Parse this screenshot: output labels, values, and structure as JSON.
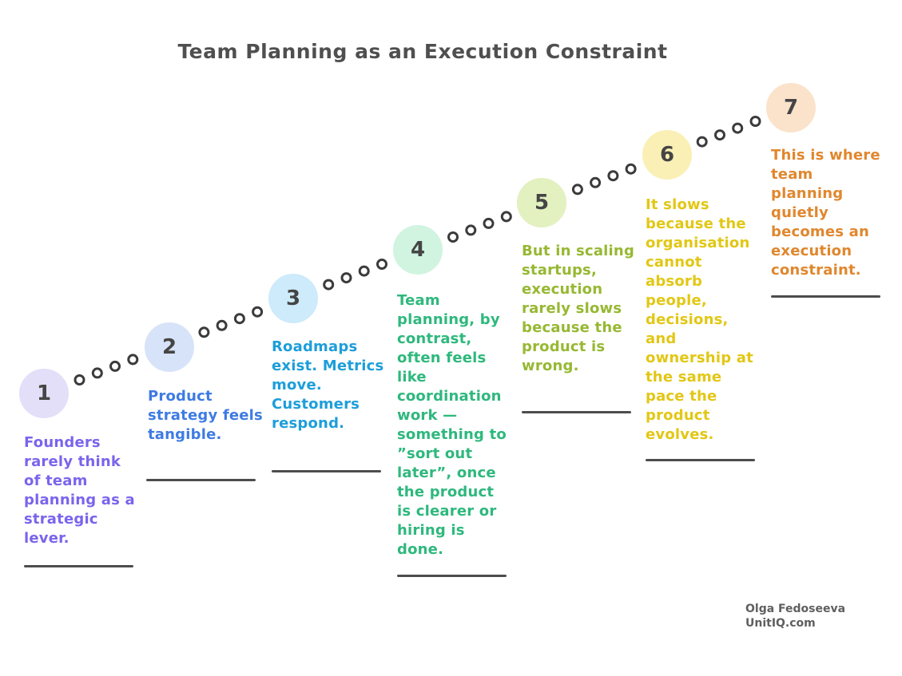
{
  "title": "Team Planning as an Execution Constraint",
  "steps": [
    {
      "number": "1",
      "text": "Founders rarely think of team planning as a strategic lever.",
      "circle_color": "#E4DFF8",
      "text_color": "#7B64EC"
    },
    {
      "number": "2",
      "text": "Product strategy feels tangible.",
      "circle_color": "#D7E3F8",
      "text_color": "#3E7BE3"
    },
    {
      "number": "3",
      "text": "Roadmaps exist. Metrics move. Customers respond.",
      "circle_color": "#CDEBFA",
      "text_color": "#1D9ED9"
    },
    {
      "number": "4",
      "text": "Team planning, by contrast, often feels like coordination work — something to ”sort out later”, once the product is clearer or hiring is done.",
      "circle_color": "#D0F4E0",
      "text_color": "#2EB87D"
    },
    {
      "number": "5",
      "text": "But in scaling startups, execution rarely slows because the product is wrong.",
      "circle_color": "#E3F0C0",
      "text_color": "#97B832"
    },
    {
      "number": "6",
      "text": "It slows because the organisation cannot absorb people, decisions, and ownership at the same pace the product evolves.",
      "circle_color": "#FAF0B5",
      "text_color": "#E2C714"
    },
    {
      "number": "7",
      "text": "This is where team planning quietly becomes an execution constraint.",
      "circle_color": "#FBE3CB",
      "text_color": "#E0872E"
    }
  ],
  "credit": {
    "author": "Olga Fedoseeva",
    "site": "UnitIQ.com"
  },
  "colors": {
    "title": "#4F4F4F",
    "number": "#454545",
    "underline": "#4D4D4D",
    "dot_fill": "#FFFFFF",
    "dot_stroke": "#3B3B3B",
    "credit": "#5F5F5F",
    "background": "#FFFFFF"
  }
}
